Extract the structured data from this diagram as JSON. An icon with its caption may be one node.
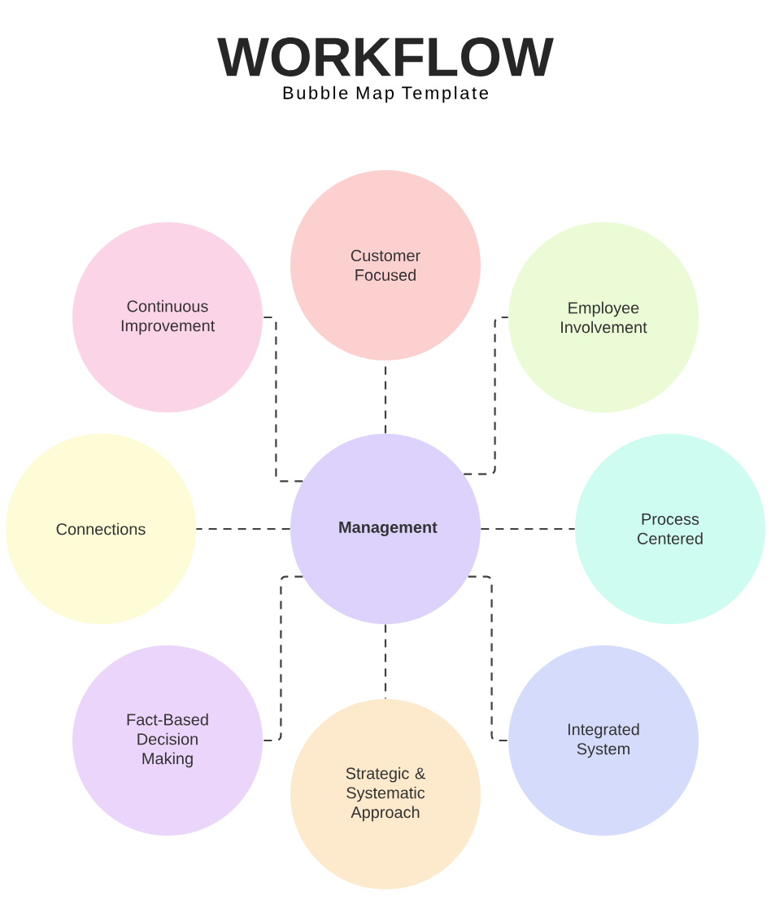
{
  "diagram": {
    "title": "WORKFLOW",
    "nodes": [
      {
        "text": [
          "Customer Focused"
        ]
      },
      {
        "text": [
          "Continuous Improvement"
        ]
      },
      {
        "text": [
          "Employee Involvement"
        ]
      },
      {
        "text": [
          "Connections"
        ]
      },
      {
        "text": [
          "Management"
        ]
      },
      {
        "text": [
          "Process Centered"
        ]
      },
      {
        "text": [
          "Fact-Based Decision Making"
        ]
      },
      {
        "text": [
          "Strategic & Systematic Approach"
        ]
      },
      {
        "text": [
          "Integrated System"
        ]
      }
    ],
    "edges": [
      {
        "from": 4,
        "to": 0,
        "arrow": "none"
      },
      {
        "from": 4,
        "to": 1,
        "arrow": "none"
      },
      {
        "from": 4,
        "to": 2,
        "arrow": "none"
      },
      {
        "from": 4,
        "to": 3,
        "arrow": "none"
      },
      {
        "from": 4,
        "to": 5,
        "arrow": "none"
      },
      {
        "from": 4,
        "to": 6,
        "arrow": "none"
      },
      {
        "from": 4,
        "to": 7,
        "arrow": "none"
      },
      {
        "from": 4,
        "to": 8,
        "arrow": "none"
      }
    ],
    "labels": [
      "Bubble Map Template"
    ]
  }
}
